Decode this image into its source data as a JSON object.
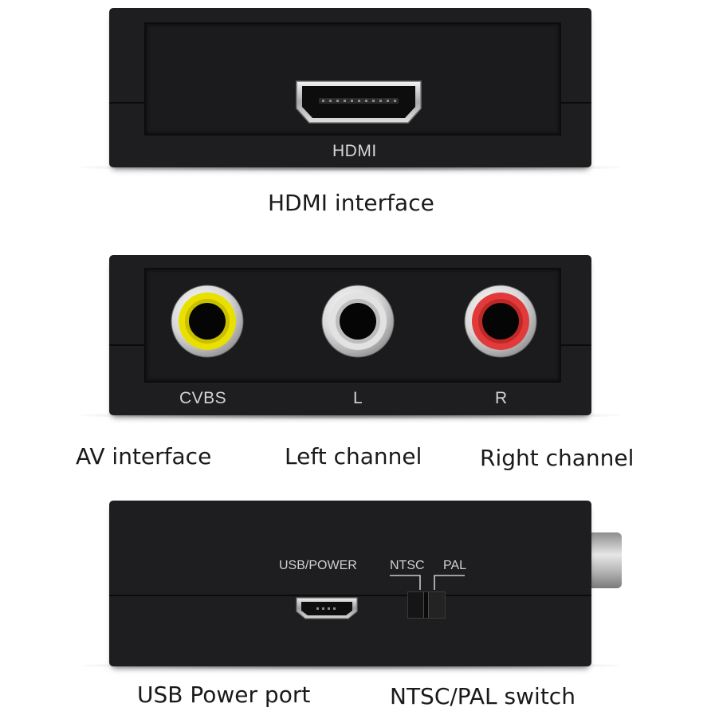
{
  "panels": {
    "hdmi": {
      "port_label": "HDMI",
      "caption": "HDMI interface"
    },
    "av": {
      "port_labels": [
        "CVBS",
        "L",
        "R"
      ],
      "captions": [
        "AV interface",
        "Left channel",
        "Right channel"
      ],
      "jack_colors": [
        "#e9e000",
        "#e2e2e2",
        "#e23a3a"
      ]
    },
    "usb": {
      "usb_label": "USB/POWER",
      "ntsc_label": "NTSC",
      "pal_label": "PAL",
      "captions": [
        "USB Power port",
        "NTSC/PAL switch"
      ]
    }
  },
  "colors": {
    "device_body": "#1e1e20",
    "caption_text": "#1a1a1a",
    "port_text": "#d4d4d4"
  }
}
